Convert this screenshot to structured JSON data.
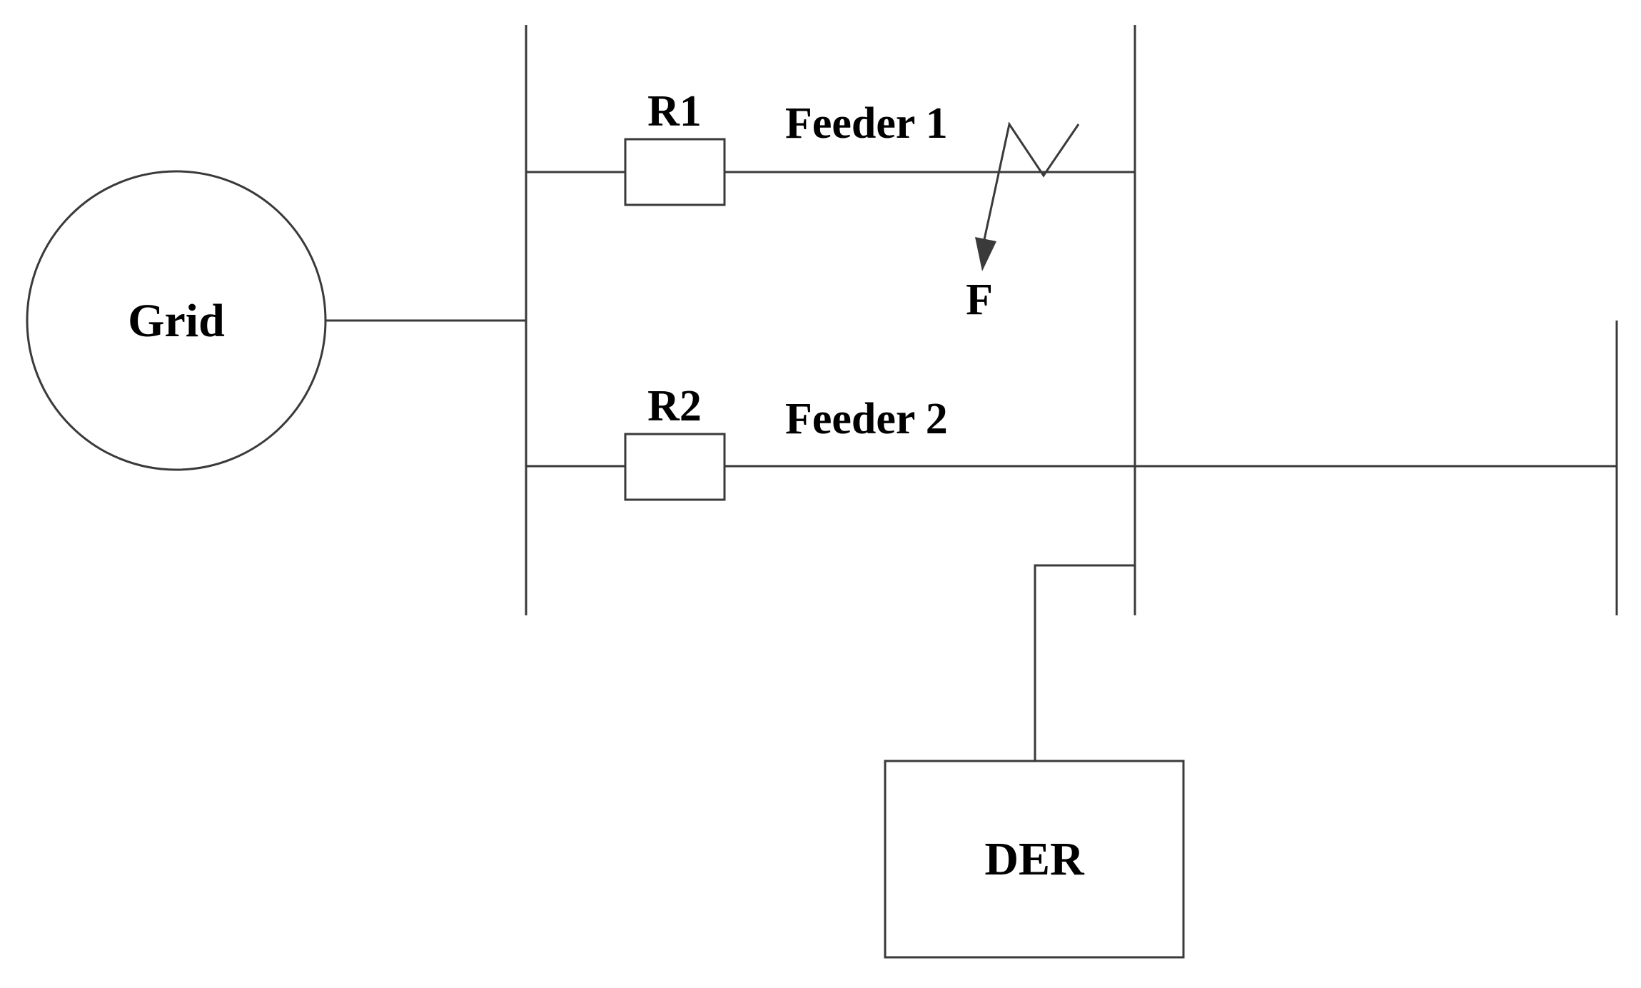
{
  "nodes": {
    "grid": "Grid",
    "relay_1": "R1",
    "relay_2": "R2",
    "feeder_1": "Feeder 1",
    "feeder_2": "Feeder 2",
    "fault": "F",
    "der": "DER"
  },
  "colors": {
    "line": "#3a3a3a",
    "text": "#000000",
    "background": "#ffffff"
  }
}
